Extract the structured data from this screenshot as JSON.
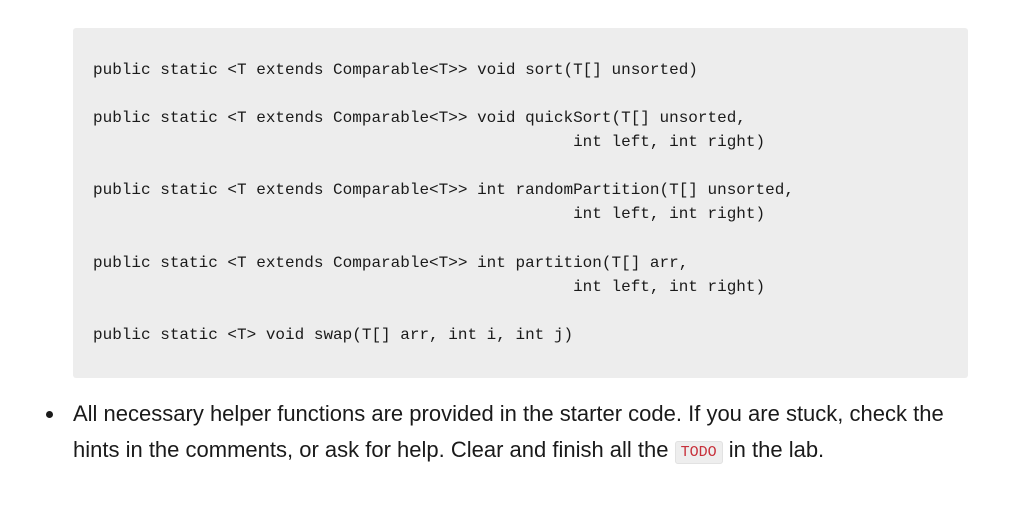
{
  "code_block": {
    "lines": [
      "public static <T extends Comparable<T>> void sort(T[] unsorted)",
      "public static <T extends Comparable<T>> void quickSort(T[] unsorted,",
      "                                                  int left, int right)",
      "public static <T extends Comparable<T>> int randomPartition(T[] unsorted,",
      "                                                  int left, int right)",
      "public static <T extends Comparable<T>> int partition(T[] arr,",
      "                                                  int left, int right)",
      "public static <T> void swap(T[] arr, int i, int j)"
    ]
  },
  "bullets": [
    {
      "text_before": "All necessary helper functions are provided in the starter code. If you are stuck, check the hints in the comments, or ask for help. Clear and finish all the ",
      "code": "TODO",
      "text_after": " in the lab."
    }
  ]
}
